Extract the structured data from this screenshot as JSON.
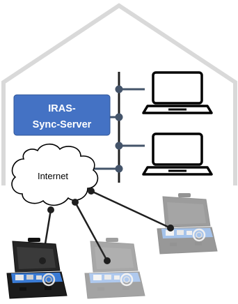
{
  "server": {
    "line1": "IRAS-",
    "line2": "Sync-Server",
    "fill_color": "#4472C4"
  },
  "cloud": {
    "label": "Internet"
  },
  "colors": {
    "house_outline": "#d9d9d9",
    "network_line": "#1f1f1f",
    "network_node": "#44546a",
    "laptop": "#000000",
    "case_dark": "#1a1a1a",
    "case_accent": "#3a7bd5"
  },
  "icons": {
    "house": "house-outline-icon",
    "laptop": "laptop-icon",
    "cloud": "cloud-icon",
    "case": "instrument-case-icon"
  }
}
